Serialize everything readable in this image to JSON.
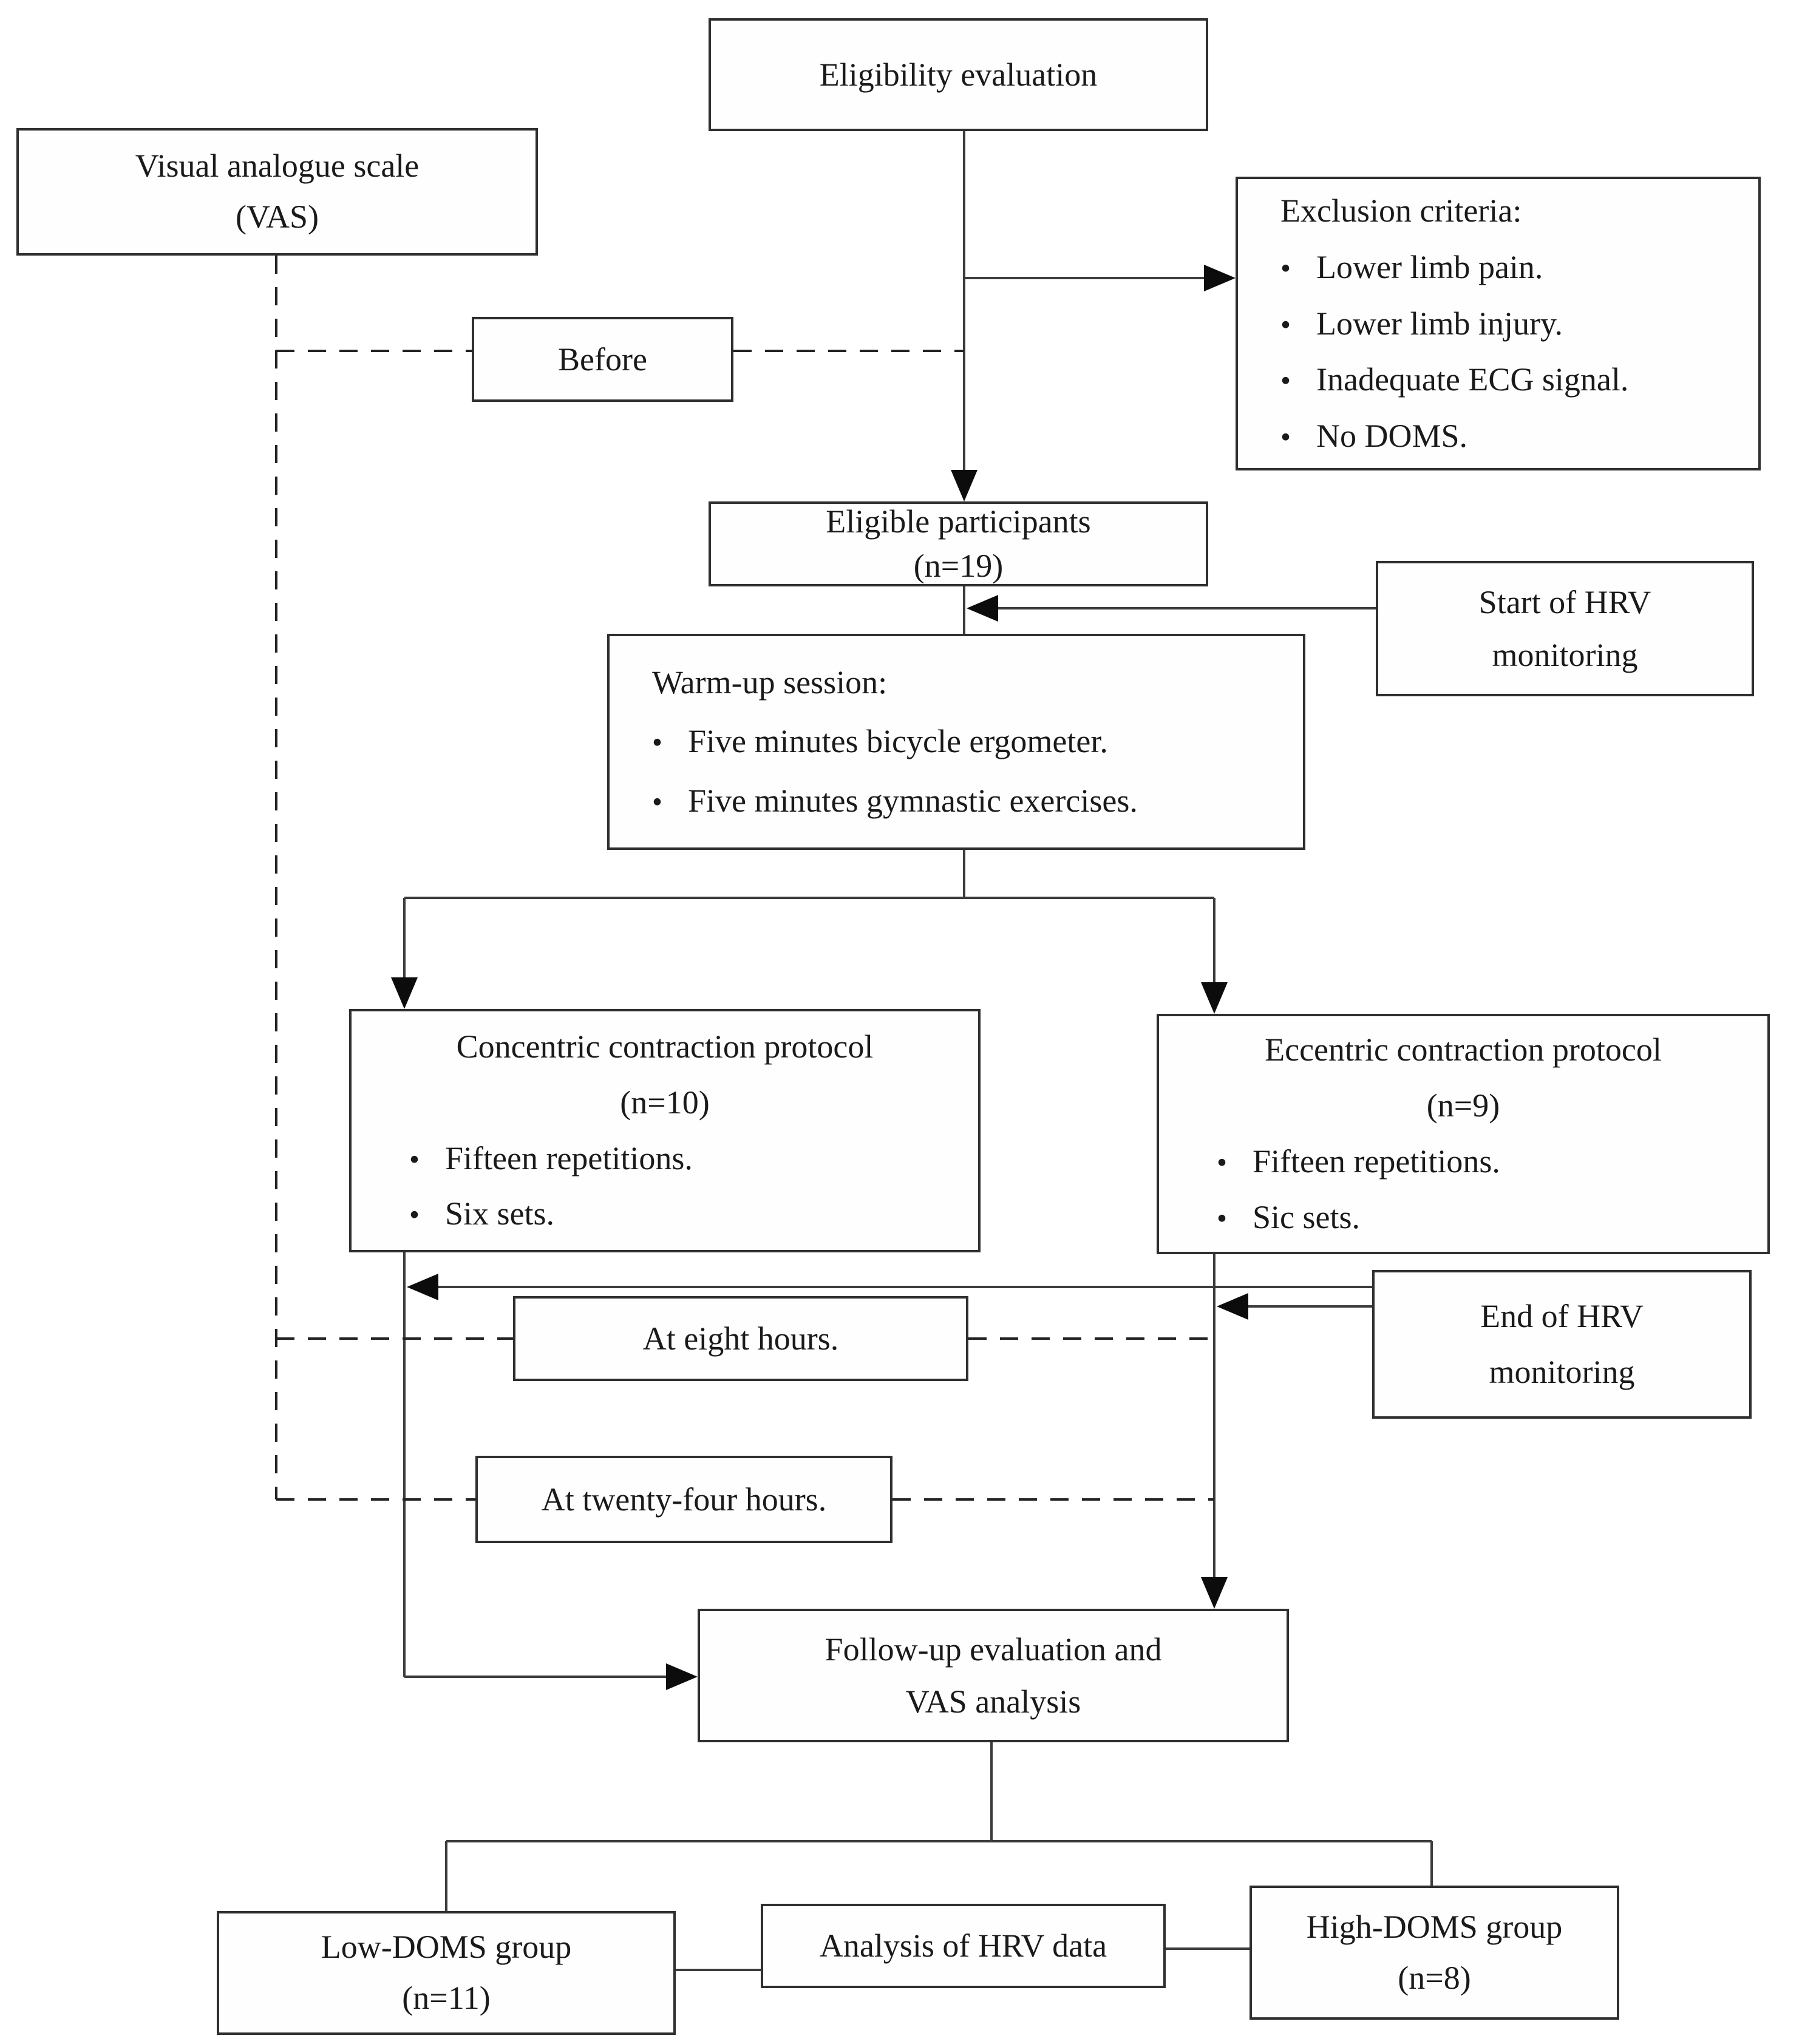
{
  "figure": {
    "type": "study-flowchart",
    "colors": {
      "background": "#ffffff",
      "box_border": "#2f2f2f",
      "line": "#3c3c3c",
      "arrow": "#0c0c0c",
      "text": "#1a1a1a"
    }
  },
  "nodes": {
    "eligibility": {
      "title": "Eligibility evaluation"
    },
    "vas": {
      "line1": "Visual analogue scale",
      "line2": "(VAS)"
    },
    "before": {
      "title": "Before"
    },
    "exclusion": {
      "title": "Exclusion criteria:",
      "items": [
        "Lower limb pain.",
        "Lower limb injury.",
        "Inadequate ECG signal.",
        "No DOMS."
      ]
    },
    "eligible": {
      "line1": "Eligible participants",
      "line2": "(n=19)"
    },
    "start_hrv": {
      "line1": "Start of HRV",
      "line2": "monitoring"
    },
    "warmup": {
      "title": "Warm-up session:",
      "items": [
        "Five minutes bicycle ergometer.",
        "Five minutes gymnastic exercises."
      ]
    },
    "concentric": {
      "line1": "Concentric contraction protocol",
      "line2": "(n=10)",
      "items": [
        "Fifteen repetitions.",
        "Six sets."
      ]
    },
    "eccentric": {
      "line1": "Eccentric contraction protocol",
      "line2": "(n=9)",
      "items": [
        "Fifteen repetitions.",
        "Sic sets."
      ]
    },
    "end_hrv": {
      "line1": "End of HRV",
      "line2": "monitoring"
    },
    "at_eight": {
      "title": "At eight hours."
    },
    "at_twentyfour": {
      "title": "At twenty-four hours."
    },
    "followup": {
      "line1": "Follow-up evaluation and",
      "line2": "VAS analysis"
    },
    "low_doms": {
      "line1": "Low-DOMS group",
      "line2": "(n=11)"
    },
    "analysis": {
      "title": "Analysis of HRV data"
    },
    "high_doms": {
      "line1": "High-DOMS group",
      "line2": "(n=8)"
    }
  }
}
